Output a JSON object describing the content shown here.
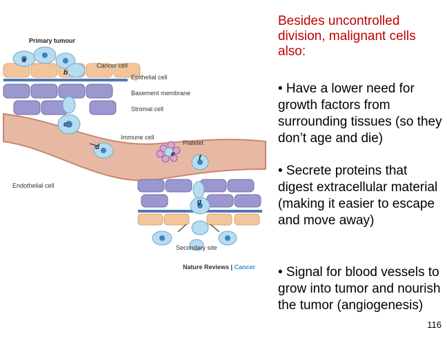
{
  "slide": {
    "intro": "Besides uncontrolled division, malignant cells also:",
    "bullets": [
      "• Have a lower need for growth factors from surrounding tissues (so they don’t age and die)",
      "• Secrete proteins that digest extracellular material (making it easier to escape and move away)",
      "• Signal for blood vessels to grow into tumor and nourish the tumor (angiogenesis)"
    ],
    "page_number": "116"
  },
  "figure": {
    "title": "Primary tumour",
    "labels": {
      "cancer_cell": "Cancer cell",
      "epithelial_cell": "Epithelial cell",
      "basement_membrane": "Basement membrane",
      "stromal_cell": "Stromal cell",
      "immune_cell": "Immune cell",
      "platelet": "Platelet",
      "endothelial_cell": "Endothelial cell",
      "secondary_site": "Secondary site"
    },
    "letters": [
      "a",
      "b",
      "c",
      "d",
      "e",
      "f",
      "g"
    ],
    "credit_source": "Nature Reviews",
    "credit_separator": "|",
    "credit_journal": "Cancer",
    "colors": {
      "cancer_cell": "#b8dcef",
      "vessel": "#e7b9a4",
      "stromal": "#9b97cf",
      "epithelial": "#f3c59a",
      "membrane": "#4f7ab3",
      "credit_accent": "#3a8fc7"
    }
  }
}
